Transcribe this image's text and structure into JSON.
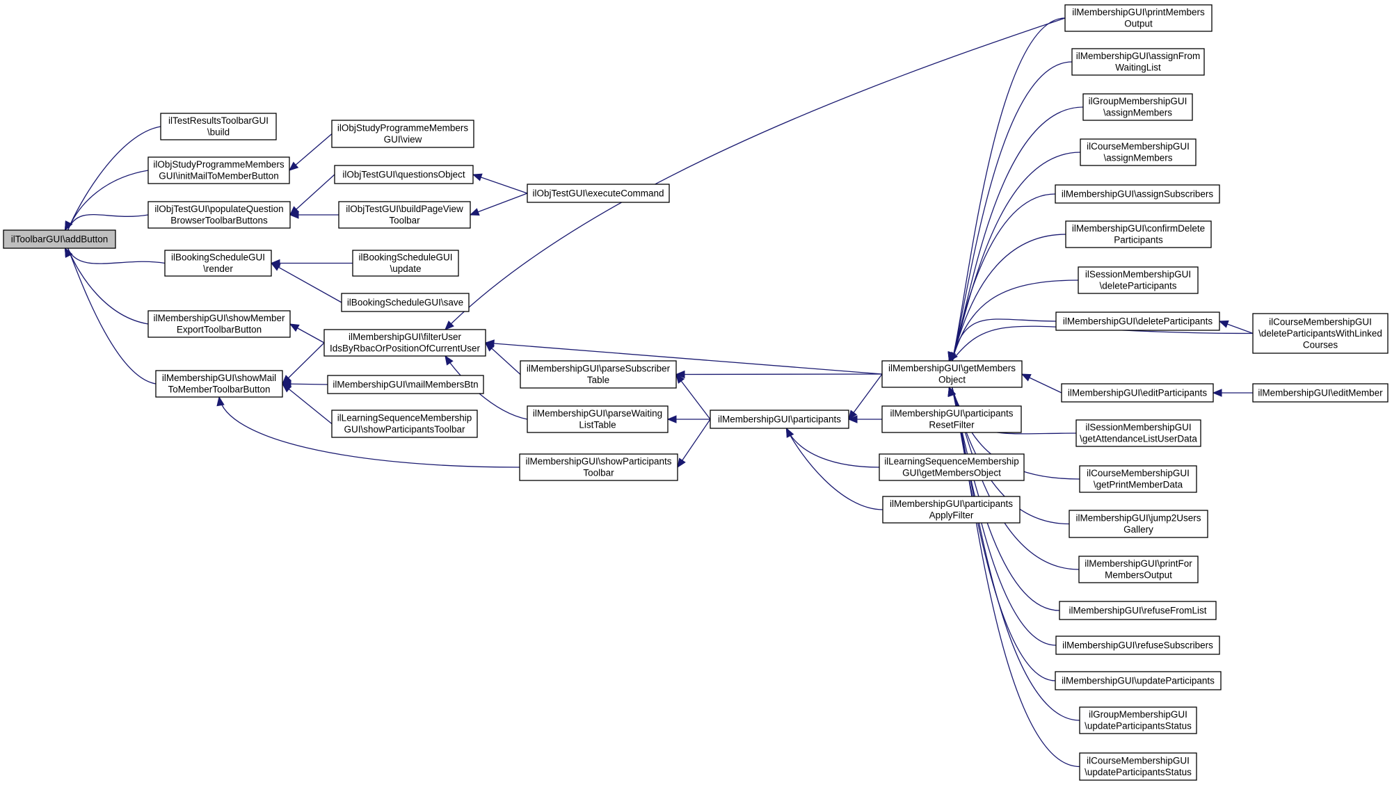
{
  "colors": {
    "edge": "#191970",
    "node_fill": "#ffffff",
    "focus_fill": "#bfbfbf",
    "border": "#000000"
  },
  "nodes": [
    {
      "id": "addButton",
      "lines": [
        "ilToolbarGUI\\addButton"
      ],
      "focus": true
    },
    {
      "id": "trtBuild",
      "lines": [
        "ilTestResultsToolbarGUI",
        "\\build"
      ]
    },
    {
      "id": "spmInitMail",
      "lines": [
        "ilObjStudyProgrammeMembers",
        "GUI\\initMailToMemberButton"
      ]
    },
    {
      "id": "spmView",
      "lines": [
        "ilObjStudyProgrammeMembers",
        "GUI\\view"
      ]
    },
    {
      "id": "populateQ",
      "lines": [
        "ilObjTestGUI\\populateQuestion",
        "BrowserToolbarButtons"
      ]
    },
    {
      "id": "questionsObject",
      "lines": [
        "ilObjTestGUI\\questionsObject"
      ]
    },
    {
      "id": "buildPageView",
      "lines": [
        "ilObjTestGUI\\buildPageView",
        "Toolbar"
      ]
    },
    {
      "id": "executeCommand",
      "lines": [
        "ilObjTestGUI\\executeCommand"
      ]
    },
    {
      "id": "bsRender",
      "lines": [
        "ilBookingScheduleGUI",
        "\\render"
      ]
    },
    {
      "id": "bsUpdate",
      "lines": [
        "ilBookingScheduleGUI",
        "\\update"
      ]
    },
    {
      "id": "bsSave",
      "lines": [
        "ilBookingScheduleGUI\\save"
      ]
    },
    {
      "id": "showMemberExport",
      "lines": [
        "ilMembershipGUI\\showMember",
        "ExportToolbarButton"
      ]
    },
    {
      "id": "filterUser",
      "lines": [
        "ilMembershipGUI\\filterUser",
        "IdsByRbacOrPositionOfCurrentUser"
      ]
    },
    {
      "id": "showMailTo",
      "lines": [
        "ilMembershipGUI\\showMail",
        "ToMemberToolbarButton"
      ]
    },
    {
      "id": "mailMembersBtn",
      "lines": [
        "ilMembershipGUI\\mailMembersBtn"
      ]
    },
    {
      "id": "lsmShowPart",
      "lines": [
        "ilLearningSequenceMembership",
        "GUI\\showParticipantsToolbar"
      ]
    },
    {
      "id": "parseSubscriber",
      "lines": [
        "ilMembershipGUI\\parseSubscriber",
        "Table"
      ]
    },
    {
      "id": "parseWaiting",
      "lines": [
        "ilMembershipGUI\\parseWaiting",
        "ListTable"
      ]
    },
    {
      "id": "showPartToolbar",
      "lines": [
        "ilMembershipGUI\\showParticipants",
        "Toolbar"
      ]
    },
    {
      "id": "participants",
      "lines": [
        "ilMembershipGUI\\participants"
      ]
    },
    {
      "id": "getMembersObject",
      "lines": [
        "ilMembershipGUI\\getMembers",
        "Object"
      ]
    },
    {
      "id": "partResetFilter",
      "lines": [
        "ilMembershipGUI\\participants",
        "ResetFilter"
      ]
    },
    {
      "id": "lsmGetMembers",
      "lines": [
        "ilLearningSequenceMembership",
        "GUI\\getMembersObject"
      ]
    },
    {
      "id": "partApplyFilter",
      "lines": [
        "ilMembershipGUI\\participants",
        "ApplyFilter"
      ]
    },
    {
      "id": "printMembersOutput",
      "lines": [
        "ilMembershipGUI\\printMembers",
        "Output"
      ]
    },
    {
      "id": "assignFromWaiting",
      "lines": [
        "ilMembershipGUI\\assignFrom",
        "WaitingList"
      ]
    },
    {
      "id": "grpAssign",
      "lines": [
        "ilGroupMembershipGUI",
        "\\assignMembers"
      ]
    },
    {
      "id": "crsAssign",
      "lines": [
        "ilCourseMembershipGUI",
        "\\assignMembers"
      ]
    },
    {
      "id": "assignSubscribers",
      "lines": [
        "ilMembershipGUI\\assignSubscribers"
      ]
    },
    {
      "id": "confirmDelete",
      "lines": [
        "ilMembershipGUI\\confirmDelete",
        "Participants"
      ]
    },
    {
      "id": "sessDelete",
      "lines": [
        "ilSessionMembershipGUI",
        "\\deleteParticipants"
      ]
    },
    {
      "id": "deleteParticipants",
      "lines": [
        "ilMembershipGUI\\deleteParticipants"
      ]
    },
    {
      "id": "crsDeleteLinked",
      "lines": [
        "ilCourseMembershipGUI",
        "\\deleteParticipantsWithLinked",
        "Courses"
      ]
    },
    {
      "id": "editParticipants",
      "lines": [
        "ilMembershipGUI\\editParticipants"
      ]
    },
    {
      "id": "editMember",
      "lines": [
        "ilMembershipGUI\\editMember"
      ]
    },
    {
      "id": "sessAttendance",
      "lines": [
        "ilSessionMembershipGUI",
        "\\getAttendanceListUserData"
      ]
    },
    {
      "id": "crsPrintMember",
      "lines": [
        "ilCourseMembershipGUI",
        "\\getPrintMemberData"
      ]
    },
    {
      "id": "jump2Users",
      "lines": [
        "ilMembershipGUI\\jump2Users",
        "Gallery"
      ]
    },
    {
      "id": "printForMembers",
      "lines": [
        "ilMembershipGUI\\printFor",
        "MembersOutput"
      ]
    },
    {
      "id": "refuseFromList",
      "lines": [
        "ilMembershipGUI\\refuseFromList"
      ]
    },
    {
      "id": "refuseSubscribers",
      "lines": [
        "ilMembershipGUI\\refuseSubscribers"
      ]
    },
    {
      "id": "updateParticipants",
      "lines": [
        "ilMembershipGUI\\updateParticipants"
      ]
    },
    {
      "id": "grpUpdateStatus",
      "lines": [
        "ilGroupMembershipGUI",
        "\\updateParticipantsStatus"
      ]
    },
    {
      "id": "crsUpdateStatus",
      "lines": [
        "ilCourseMembershipGUI",
        "\\updateParticipantsStatus"
      ]
    }
  ],
  "edges": [
    {
      "from": "addButton",
      "to": "trtBuild"
    },
    {
      "from": "addButton",
      "to": "spmInitMail"
    },
    {
      "from": "addButton",
      "to": "populateQ"
    },
    {
      "from": "addButton",
      "to": "bsRender"
    },
    {
      "from": "addButton",
      "to": "showMemberExport"
    },
    {
      "from": "addButton",
      "to": "showMailTo"
    },
    {
      "from": "spmInitMail",
      "to": "spmView"
    },
    {
      "from": "populateQ",
      "to": "questionsObject"
    },
    {
      "from": "populateQ",
      "to": "buildPageView"
    },
    {
      "from": "questionsObject",
      "to": "executeCommand"
    },
    {
      "from": "buildPageView",
      "to": "executeCommand"
    },
    {
      "from": "bsRender",
      "to": "bsUpdate"
    },
    {
      "from": "bsRender",
      "to": "bsSave"
    },
    {
      "from": "showMemberExport",
      "to": "filterUser"
    },
    {
      "from": "showMailTo",
      "to": "filterUser"
    },
    {
      "from": "showMailTo",
      "to": "mailMembersBtn"
    },
    {
      "from": "showMailTo",
      "to": "lsmShowPart"
    },
    {
      "from": "showMailTo",
      "to": "showPartToolbar"
    },
    {
      "from": "filterUser",
      "to": "printMembersOutput"
    },
    {
      "from": "filterUser",
      "to": "getMembersObject"
    },
    {
      "from": "filterUser",
      "to": "parseSubscriber"
    },
    {
      "from": "filterUser",
      "to": "parseWaiting"
    },
    {
      "from": "parseSubscriber",
      "to": "getMembersObject"
    },
    {
      "from": "parseSubscriber",
      "to": "participants"
    },
    {
      "from": "parseWaiting",
      "to": "participants"
    },
    {
      "from": "showPartToolbar",
      "to": "participants"
    },
    {
      "from": "participants",
      "to": "getMembersObject"
    },
    {
      "from": "participants",
      "to": "partResetFilter"
    },
    {
      "from": "participants",
      "to": "lsmGetMembers"
    },
    {
      "from": "participants",
      "to": "partApplyFilter"
    },
    {
      "from": "getMembersObject",
      "to": "printMembersOutput"
    },
    {
      "from": "getMembersObject",
      "to": "assignFromWaiting"
    },
    {
      "from": "getMembersObject",
      "to": "grpAssign"
    },
    {
      "from": "getMembersObject",
      "to": "crsAssign"
    },
    {
      "from": "getMembersObject",
      "to": "assignSubscribers"
    },
    {
      "from": "getMembersObject",
      "to": "confirmDelete"
    },
    {
      "from": "getMembersObject",
      "to": "sessDelete"
    },
    {
      "from": "getMembersObject",
      "to": "deleteParticipants"
    },
    {
      "from": "getMembersObject",
      "to": "crsDeleteLinked"
    },
    {
      "from": "getMembersObject",
      "to": "editParticipants"
    },
    {
      "from": "getMembersObject",
      "to": "sessAttendance"
    },
    {
      "from": "getMembersObject",
      "to": "crsPrintMember"
    },
    {
      "from": "getMembersObject",
      "to": "jump2Users"
    },
    {
      "from": "getMembersObject",
      "to": "printForMembers"
    },
    {
      "from": "getMembersObject",
      "to": "refuseFromList"
    },
    {
      "from": "getMembersObject",
      "to": "refuseSubscribers"
    },
    {
      "from": "getMembersObject",
      "to": "updateParticipants"
    },
    {
      "from": "getMembersObject",
      "to": "grpUpdateStatus"
    },
    {
      "from": "getMembersObject",
      "to": "crsUpdateStatus"
    },
    {
      "from": "deleteParticipants",
      "to": "crsDeleteLinked"
    },
    {
      "from": "editParticipants",
      "to": "editMember"
    }
  ]
}
